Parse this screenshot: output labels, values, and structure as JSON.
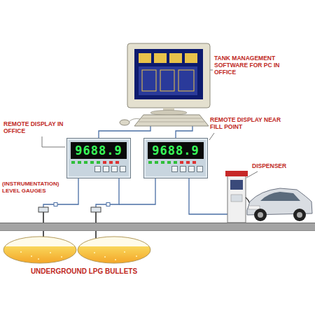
{
  "diagram": {
    "nodes": [
      {
        "text": [
          "9688.9"
        ]
      },
      {
        "text": [
          "9688.9"
        ]
      }
    ],
    "labels": [
      "TANK MANAGEMENT SOFTWARE FOR PC IN OFFICE",
      "REMOTE DISPLAY IN OFFICE",
      "REMOTE DISPLAY NEAR FILL POINT",
      "DISPENSER",
      "(INSTRUMENTATION) LEVEL GAUGES",
      "UNDERGROUND LPG BULLETS"
    ]
  }
}
